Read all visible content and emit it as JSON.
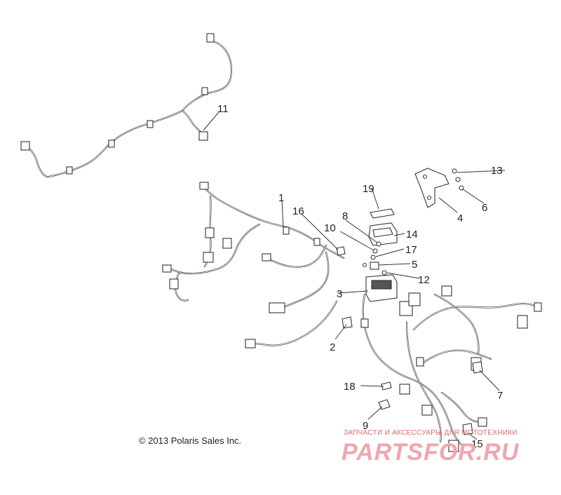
{
  "callouts": [
    {
      "id": "c1",
      "label": "1"
    },
    {
      "id": "c2",
      "label": "2"
    },
    {
      "id": "c3",
      "label": "3"
    },
    {
      "id": "c4",
      "label": "4"
    },
    {
      "id": "c5",
      "label": "5"
    },
    {
      "id": "c6",
      "label": "6"
    },
    {
      "id": "c7",
      "label": "7"
    },
    {
      "id": "c8",
      "label": "8"
    },
    {
      "id": "c9",
      "label": "9"
    },
    {
      "id": "c10",
      "label": "10"
    },
    {
      "id": "c11",
      "label": "11"
    },
    {
      "id": "c12",
      "label": "12"
    },
    {
      "id": "c13",
      "label": "13"
    },
    {
      "id": "c14",
      "label": "14"
    },
    {
      "id": "c15",
      "label": "15"
    },
    {
      "id": "c16",
      "label": "16"
    },
    {
      "id": "c17",
      "label": "17"
    },
    {
      "id": "c18",
      "label": "18"
    },
    {
      "id": "c19",
      "label": "19"
    }
  ],
  "copyright": "© 2013 Polaris Sales Inc.",
  "watermark": {
    "tagline": "ЗАПЧАСТИ И АКСЕССУАРЫ ДЛЯ МОТОТЕХНИКИ",
    "logo": "PARTSFOR.RU"
  },
  "colors": {
    "line": "#333333",
    "watermark": "#e06670",
    "watermark_logo": "#f0a6ad"
  }
}
